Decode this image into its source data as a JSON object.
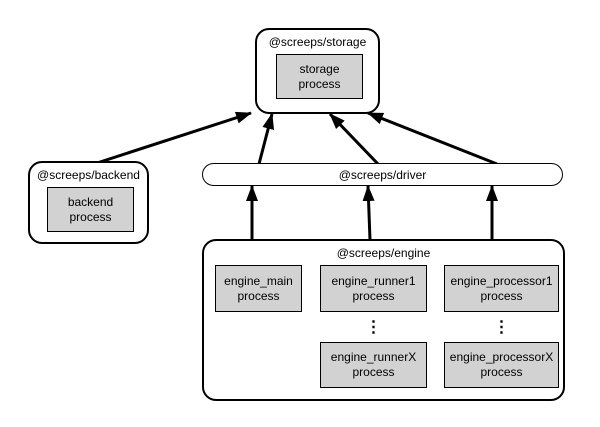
{
  "colors": {
    "background": "#ffffff",
    "border": "#000000",
    "process_fill": "#d2d2d2",
    "arrow": "#000000"
  },
  "nodes": {
    "storage": {
      "title": "@screeps/storage",
      "process": "storage\nprocess"
    },
    "backend": {
      "title": "@screeps/backend",
      "process": "backend\nprocess"
    },
    "driver": {
      "title": "@screeps/driver"
    },
    "engine": {
      "title": "@screeps/engine",
      "processes": [
        "engine_main\nprocess",
        "engine_runner1\nprocess",
        "engine_processor1\nprocess",
        "engine_runnerX\nprocess",
        "engine_processorX\nprocess"
      ],
      "ellipsis": "⋮"
    }
  },
  "edges": [
    {
      "from": "backend",
      "to": "storage"
    },
    {
      "from": "driver",
      "to": "storage"
    },
    {
      "from": "driver",
      "to": "storage"
    },
    {
      "from": "driver",
      "to": "storage"
    },
    {
      "from": "engine",
      "to": "driver"
    },
    {
      "from": "engine",
      "to": "driver"
    },
    {
      "from": "engine",
      "to": "driver"
    }
  ]
}
